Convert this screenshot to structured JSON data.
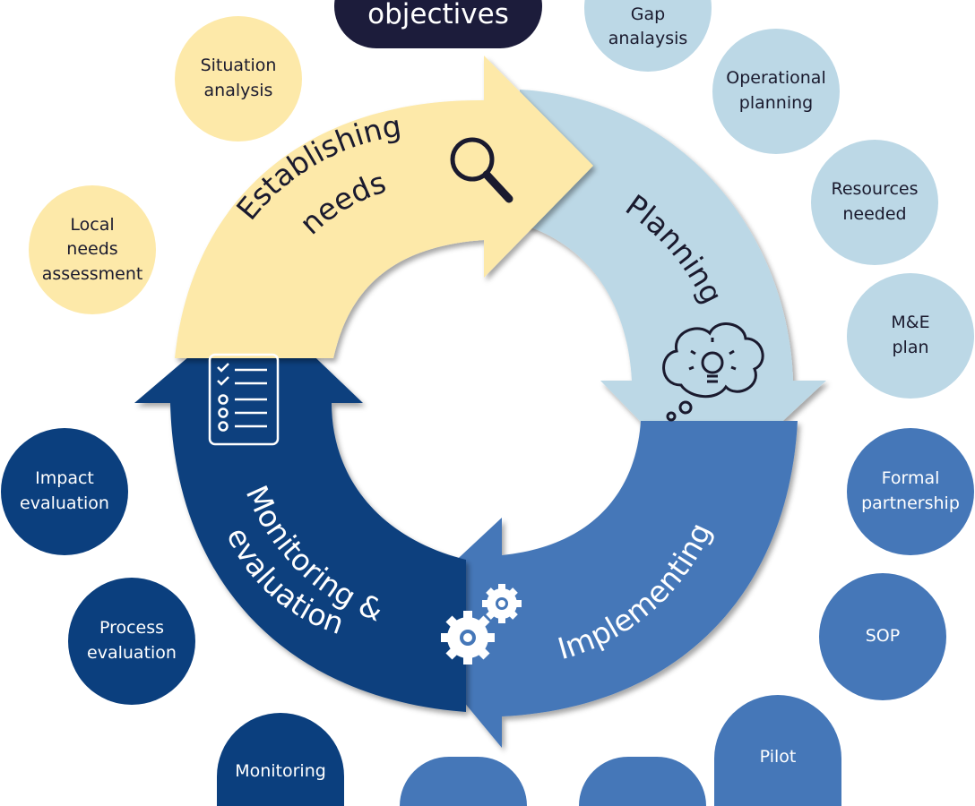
{
  "top_pill": {
    "label": "objectives"
  },
  "colors": {
    "yellow": "#fde9a9",
    "light_blue": "#bcd8e6",
    "mid_blue": "#4577b8",
    "dark_blue": "#0b3f7e",
    "navy": "#1c1c3b"
  },
  "cycle": {
    "establishing": {
      "line1": "Establishing",
      "line2": "needs",
      "icon": "magnifier-icon"
    },
    "planning": {
      "label": "Planning",
      "icon": "lightbulb-cloud-icon"
    },
    "implementing": {
      "label": "Implementing",
      "icon": "gears-icon"
    },
    "monitoring": {
      "line1": "Monitoring &",
      "line2": "evaluation",
      "icon": "checklist-icon"
    }
  },
  "bubbles": {
    "situation_analysis": "Situation\nanalysis",
    "local_needs_assessment": "Local\nneeds\nassessment",
    "gap_analysis": "Gap\nanalaysis",
    "operational_planning": "Operational\nplanning",
    "resources_needed": "Resources\nneeded",
    "me_plan": "M&E\nplan",
    "formal_partnership": "Formal\npartnership",
    "sop": "SOP",
    "pilot": "Pilot",
    "impact_evaluation": "Impact\nevaluation",
    "process_evaluation": "Process\nevaluation",
    "monitoring": "Monitoring"
  }
}
